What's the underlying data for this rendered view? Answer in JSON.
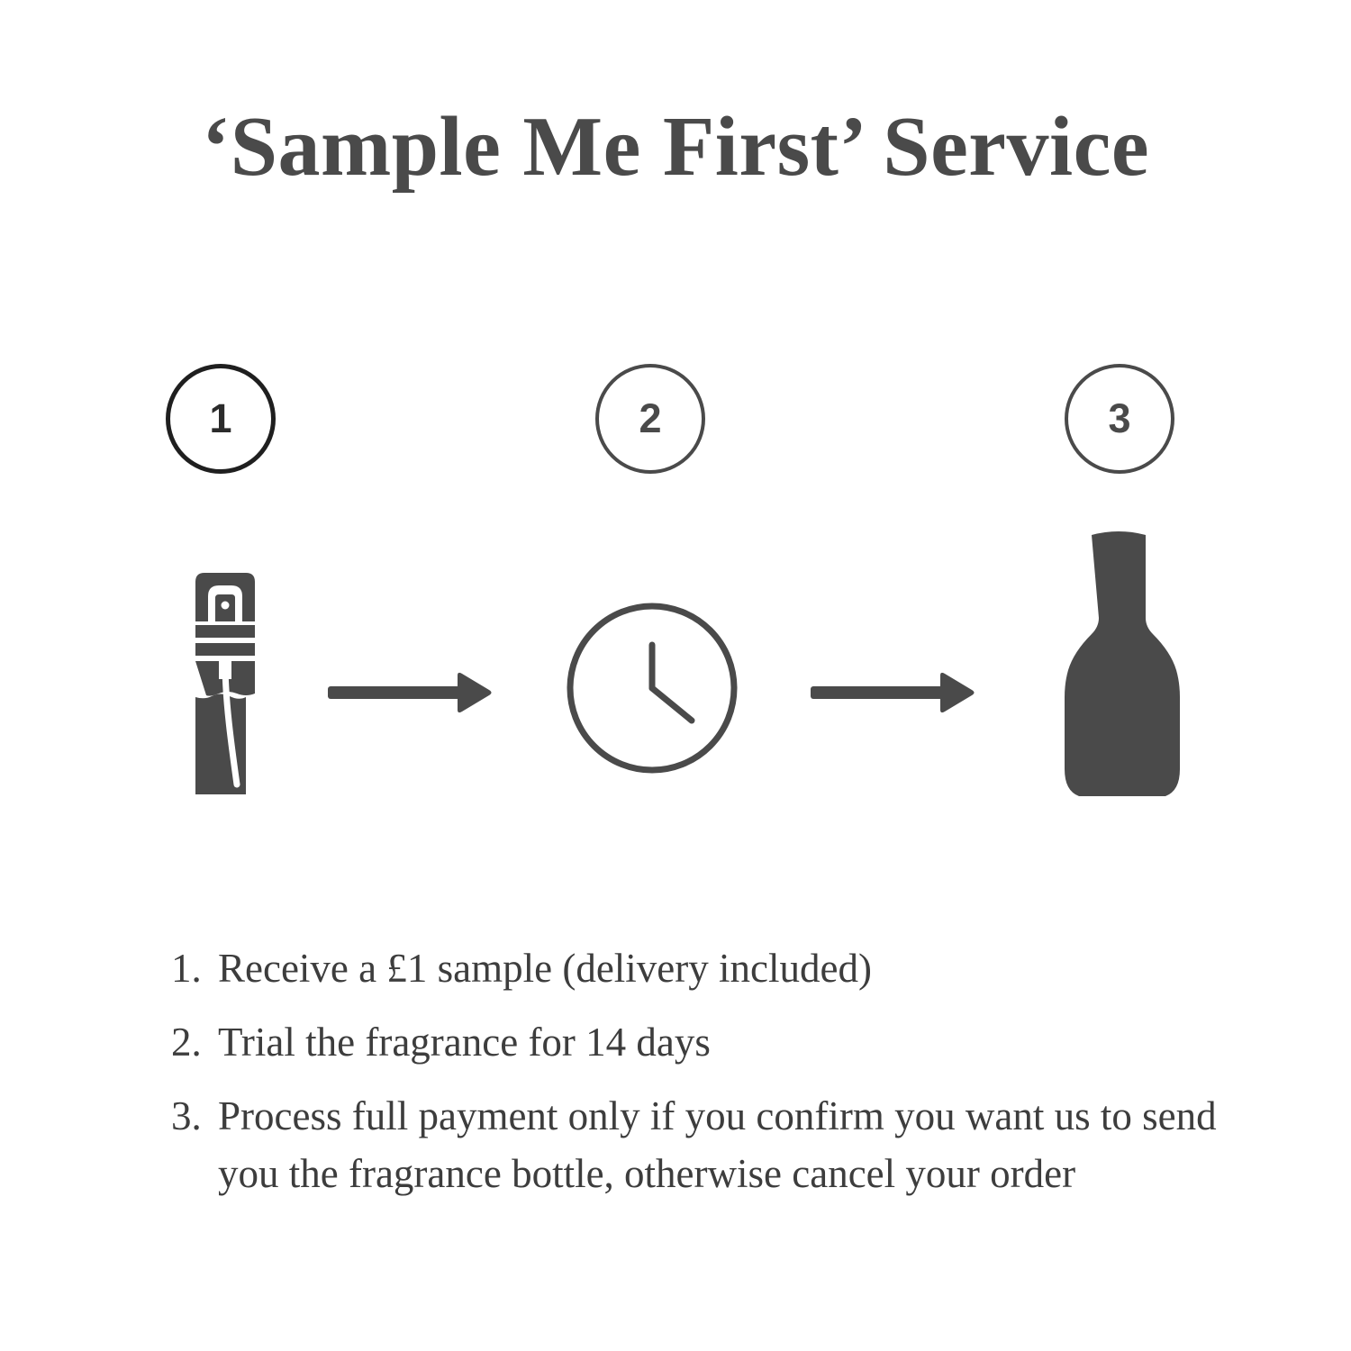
{
  "page": {
    "title": "‘Sample Me First’ Service",
    "background_color": "#ffffff",
    "ink_color": "#4a4a4a",
    "text_color": "#3d3d3d"
  },
  "steps": [
    {
      "number": "1",
      "icon": "sample-vial-icon",
      "icon_label": "fragrance sample spray vial"
    },
    {
      "number": "2",
      "icon": "clock-icon",
      "icon_label": "clock showing trial period"
    },
    {
      "number": "3",
      "icon": "fragrance-bottle-icon",
      "icon_label": "full size fragrance bottle"
    }
  ],
  "connectors": [
    {
      "name": "arrow-1",
      "direction": "right"
    },
    {
      "name": "arrow-2",
      "direction": "right"
    }
  ],
  "instructions": [
    {
      "marker": "1.",
      "text": "Receive a £1 sample (delivery included)"
    },
    {
      "marker": "2.",
      "text": "Trial the fragrance for 14 days"
    },
    {
      "marker": "3.",
      "text": "Process full payment only if you confirm you want us to send you the fragrance bottle, otherwise cancel your order"
    }
  ]
}
